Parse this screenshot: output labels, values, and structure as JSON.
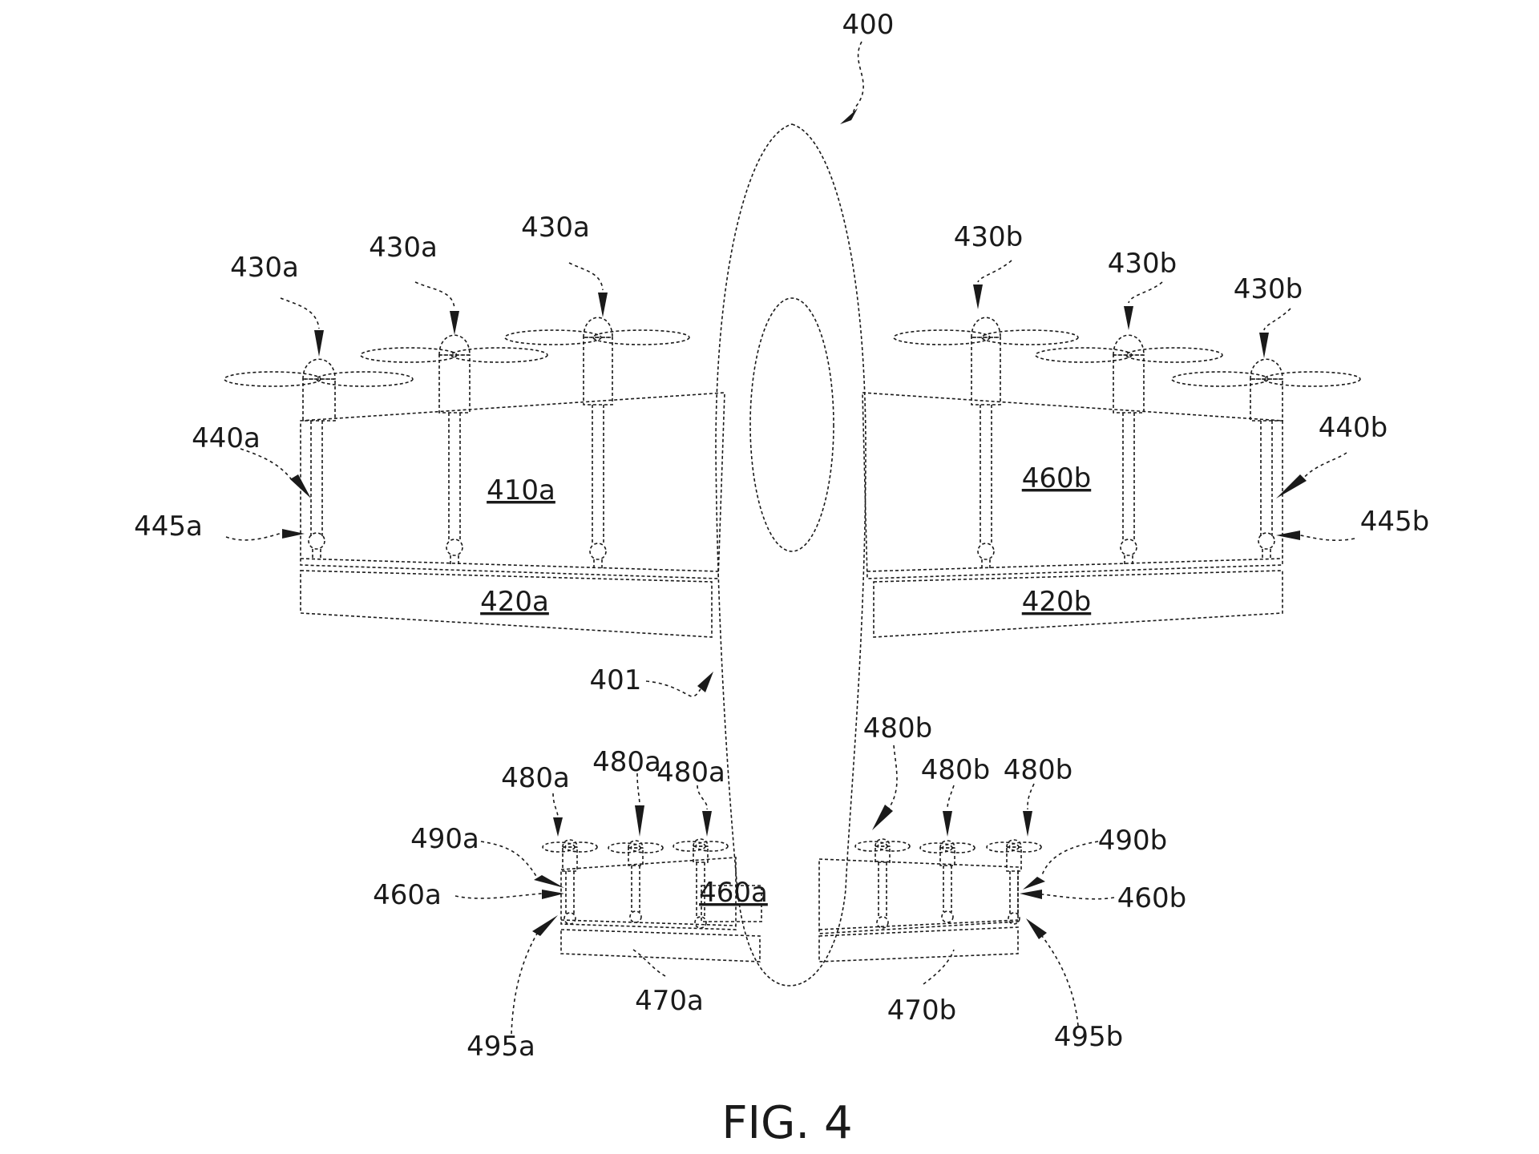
{
  "figure": {
    "caption": "FIG. 4"
  },
  "labels": {
    "aircraft": "400",
    "fuselage": "401",
    "rotor_left_1": "430a",
    "rotor_left_2": "430a",
    "rotor_left_3": "430a",
    "rotor_right_1": "430b",
    "rotor_right_2": "430b",
    "rotor_right_3": "430b",
    "wing_left": "410a",
    "wing_right": "460b",
    "flap_left": "420a",
    "flap_right": "420b",
    "boom_left": "440a",
    "boom_right": "440b",
    "pivot_left": "445a",
    "pivot_right": "445b",
    "tail_rotor_left_1": "480a",
    "tail_rotor_left_2": "480a",
    "tail_rotor_left_3": "480a",
    "tail_rotor_right_1": "480b",
    "tail_rotor_right_2": "480b",
    "tail_rotor_right_3": "480b",
    "tail_prop_left": "490a",
    "tail_prop_right": "490b",
    "tail_wing_left": "460a",
    "tail_wing_left_inner": "460a",
    "tail_wing_right": "460b",
    "tail_flap_left": "470a",
    "tail_flap_right": "470b",
    "tail_pivot_left": "495a",
    "tail_pivot_right": "495b"
  }
}
